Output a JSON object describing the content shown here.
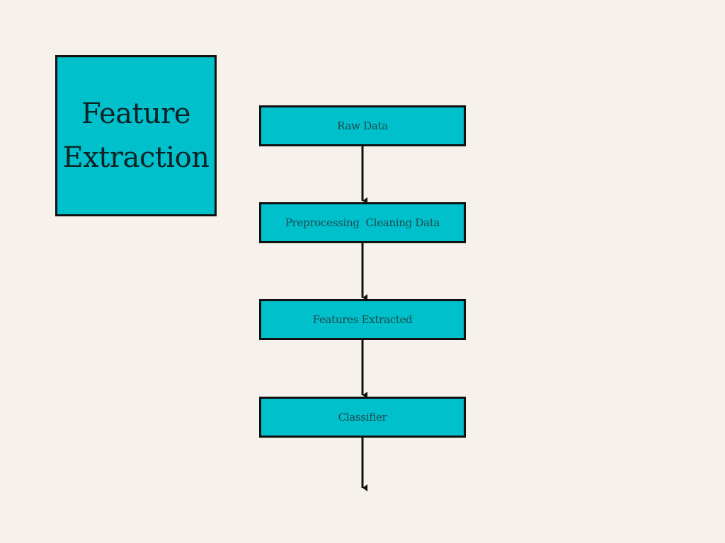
{
  "title": {
    "line1": "Feature",
    "line2": "Extraction"
  },
  "flow": {
    "steps": [
      {
        "label": "Raw Data"
      },
      {
        "label": "Preprocessing  Cleaning Data"
      },
      {
        "label": "Features Extracted"
      },
      {
        "label": "Classifier"
      }
    ]
  },
  "colors": {
    "background": "#f6f2eb",
    "box_fill": "#00c0cb",
    "border": "#111111"
  }
}
